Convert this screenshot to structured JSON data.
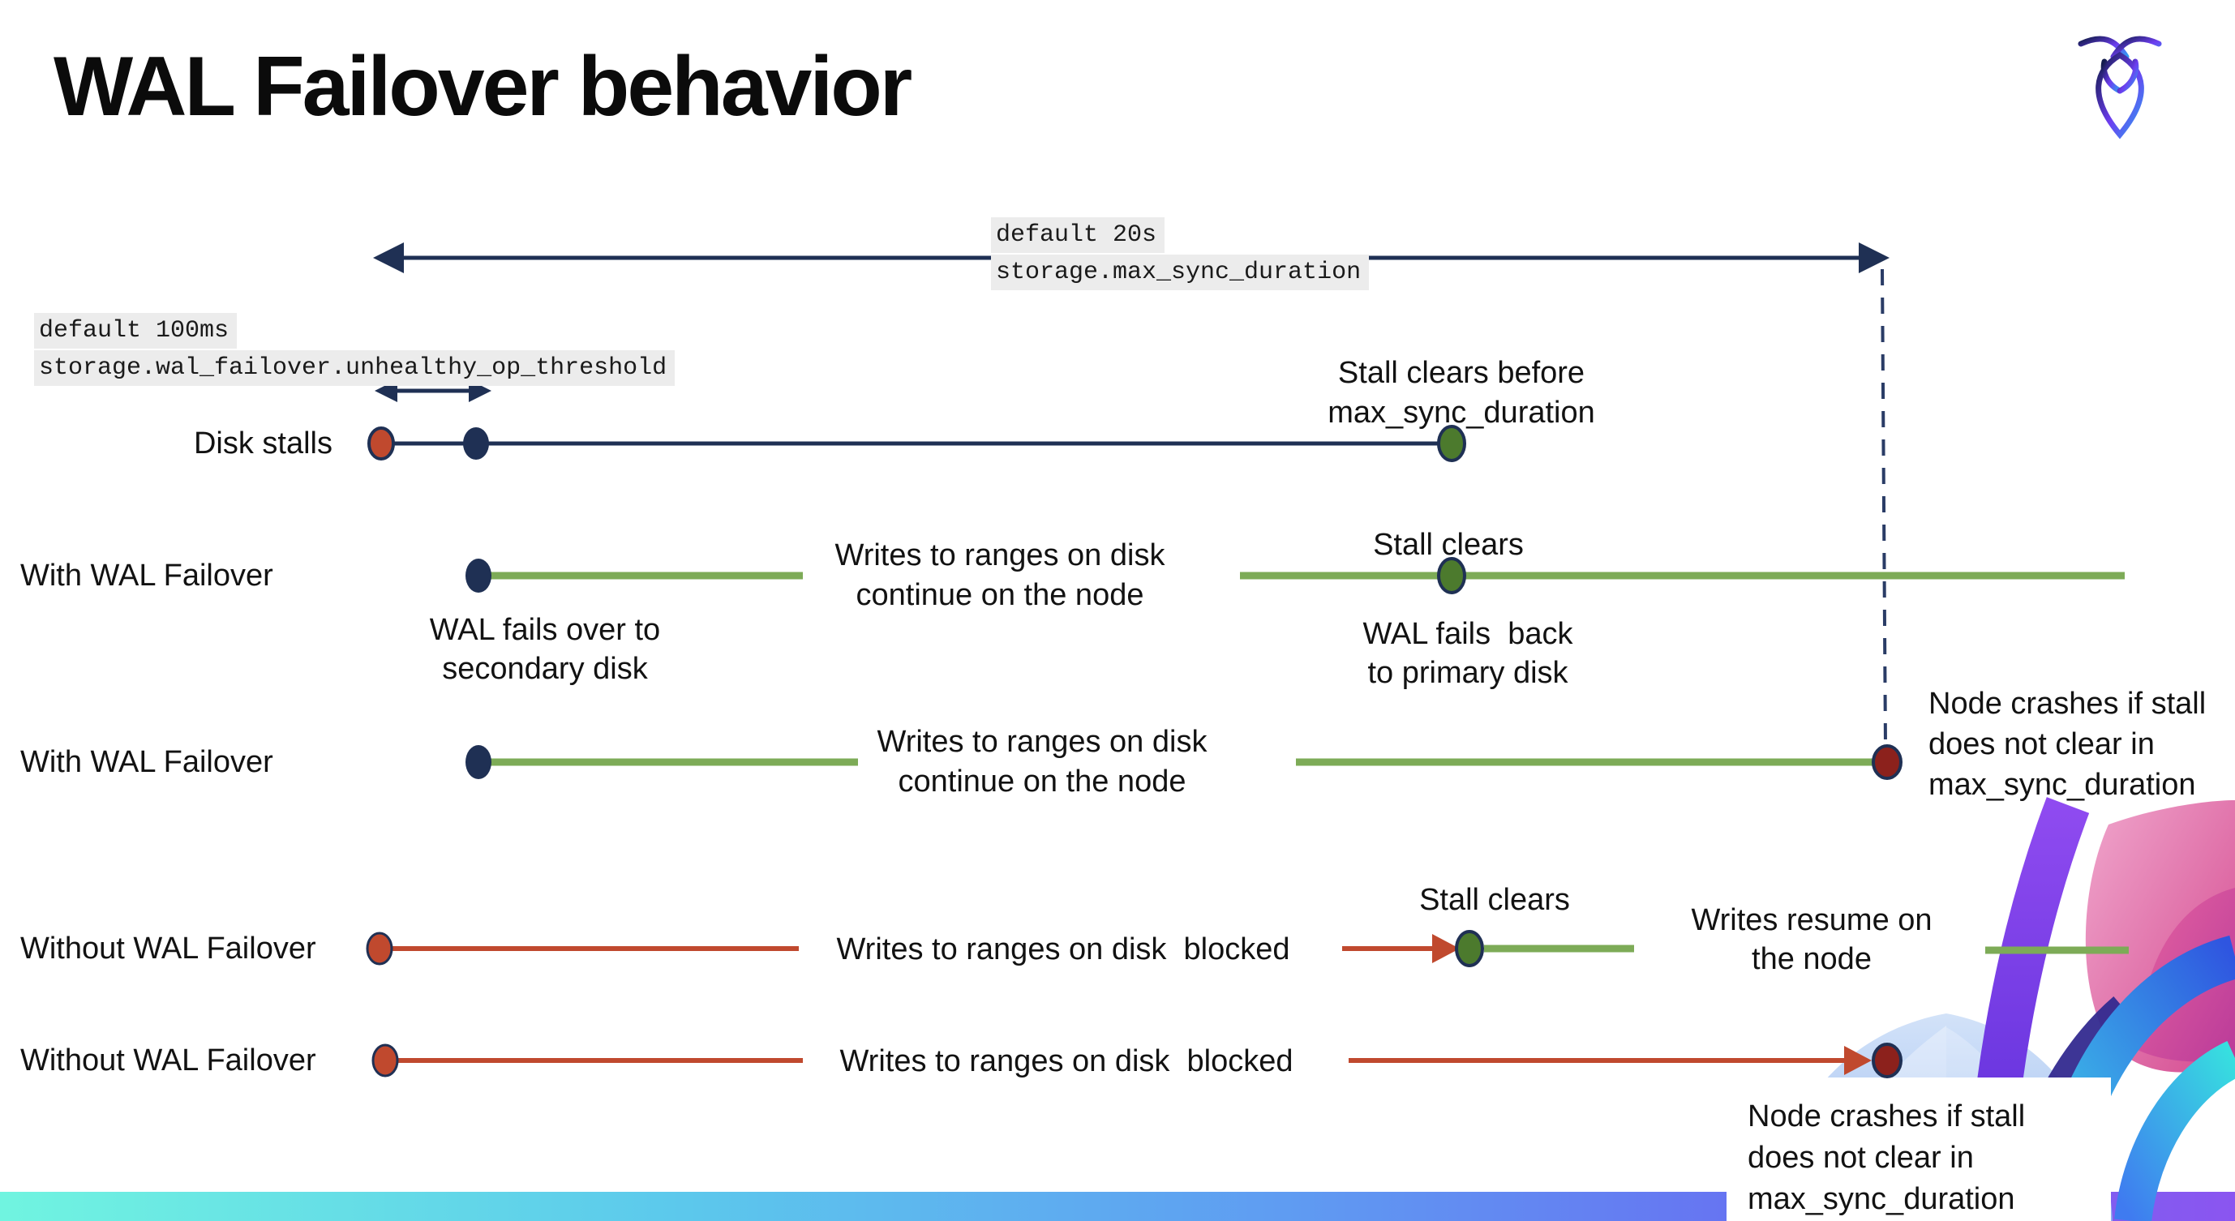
{
  "title": "WAL Failover behavior",
  "config_labels": {
    "max_sync_default": "default 20s",
    "max_sync_setting": "storage.max_sync_duration",
    "threshold_default": "default 100ms",
    "threshold_setting": "storage.wal_failover.unhealthy_op_threshold"
  },
  "row_labels": {
    "disk_stalls": "Disk stalls",
    "with_wal_failover_1": "With WAL Failover",
    "with_wal_failover_2": "With WAL Failover",
    "without_wal_failover_1": "Without WAL Failover",
    "without_wal_failover_2": "Without WAL Failover"
  },
  "annotations": {
    "stall_clears_before_line1": "Stall clears before",
    "stall_clears_before_line2": "max_sync_duration",
    "writes_continue_line1": "Writes to ranges on disk",
    "writes_continue_line2": "continue on the node",
    "stall_clears": "Stall clears",
    "wal_fails_over_line1": "WAL fails over to",
    "wal_fails_over_line2": "secondary disk",
    "wal_fails_back_line1": "WAL fails  back",
    "wal_fails_back_line2": "to primary disk",
    "node_crashes_line1": "Node crashes if stall",
    "node_crashes_line2": "does not clear in",
    "node_crashes_line3": "max_sync_duration",
    "writes_blocked": "Writes to ranges on disk  blocked",
    "writes_resume_line1": "Writes resume on",
    "writes_resume_line2": "the node"
  },
  "colors": {
    "navy": "#1f3054",
    "green_line": "#7dab57",
    "green_dot": "#4c7a2d",
    "red": "#c0492e",
    "dark_red": "#8c211c",
    "code_bg": "#ececec"
  },
  "icons": {
    "logo": "cockroachdb-logo",
    "brand_art": "brand-wing-art"
  }
}
